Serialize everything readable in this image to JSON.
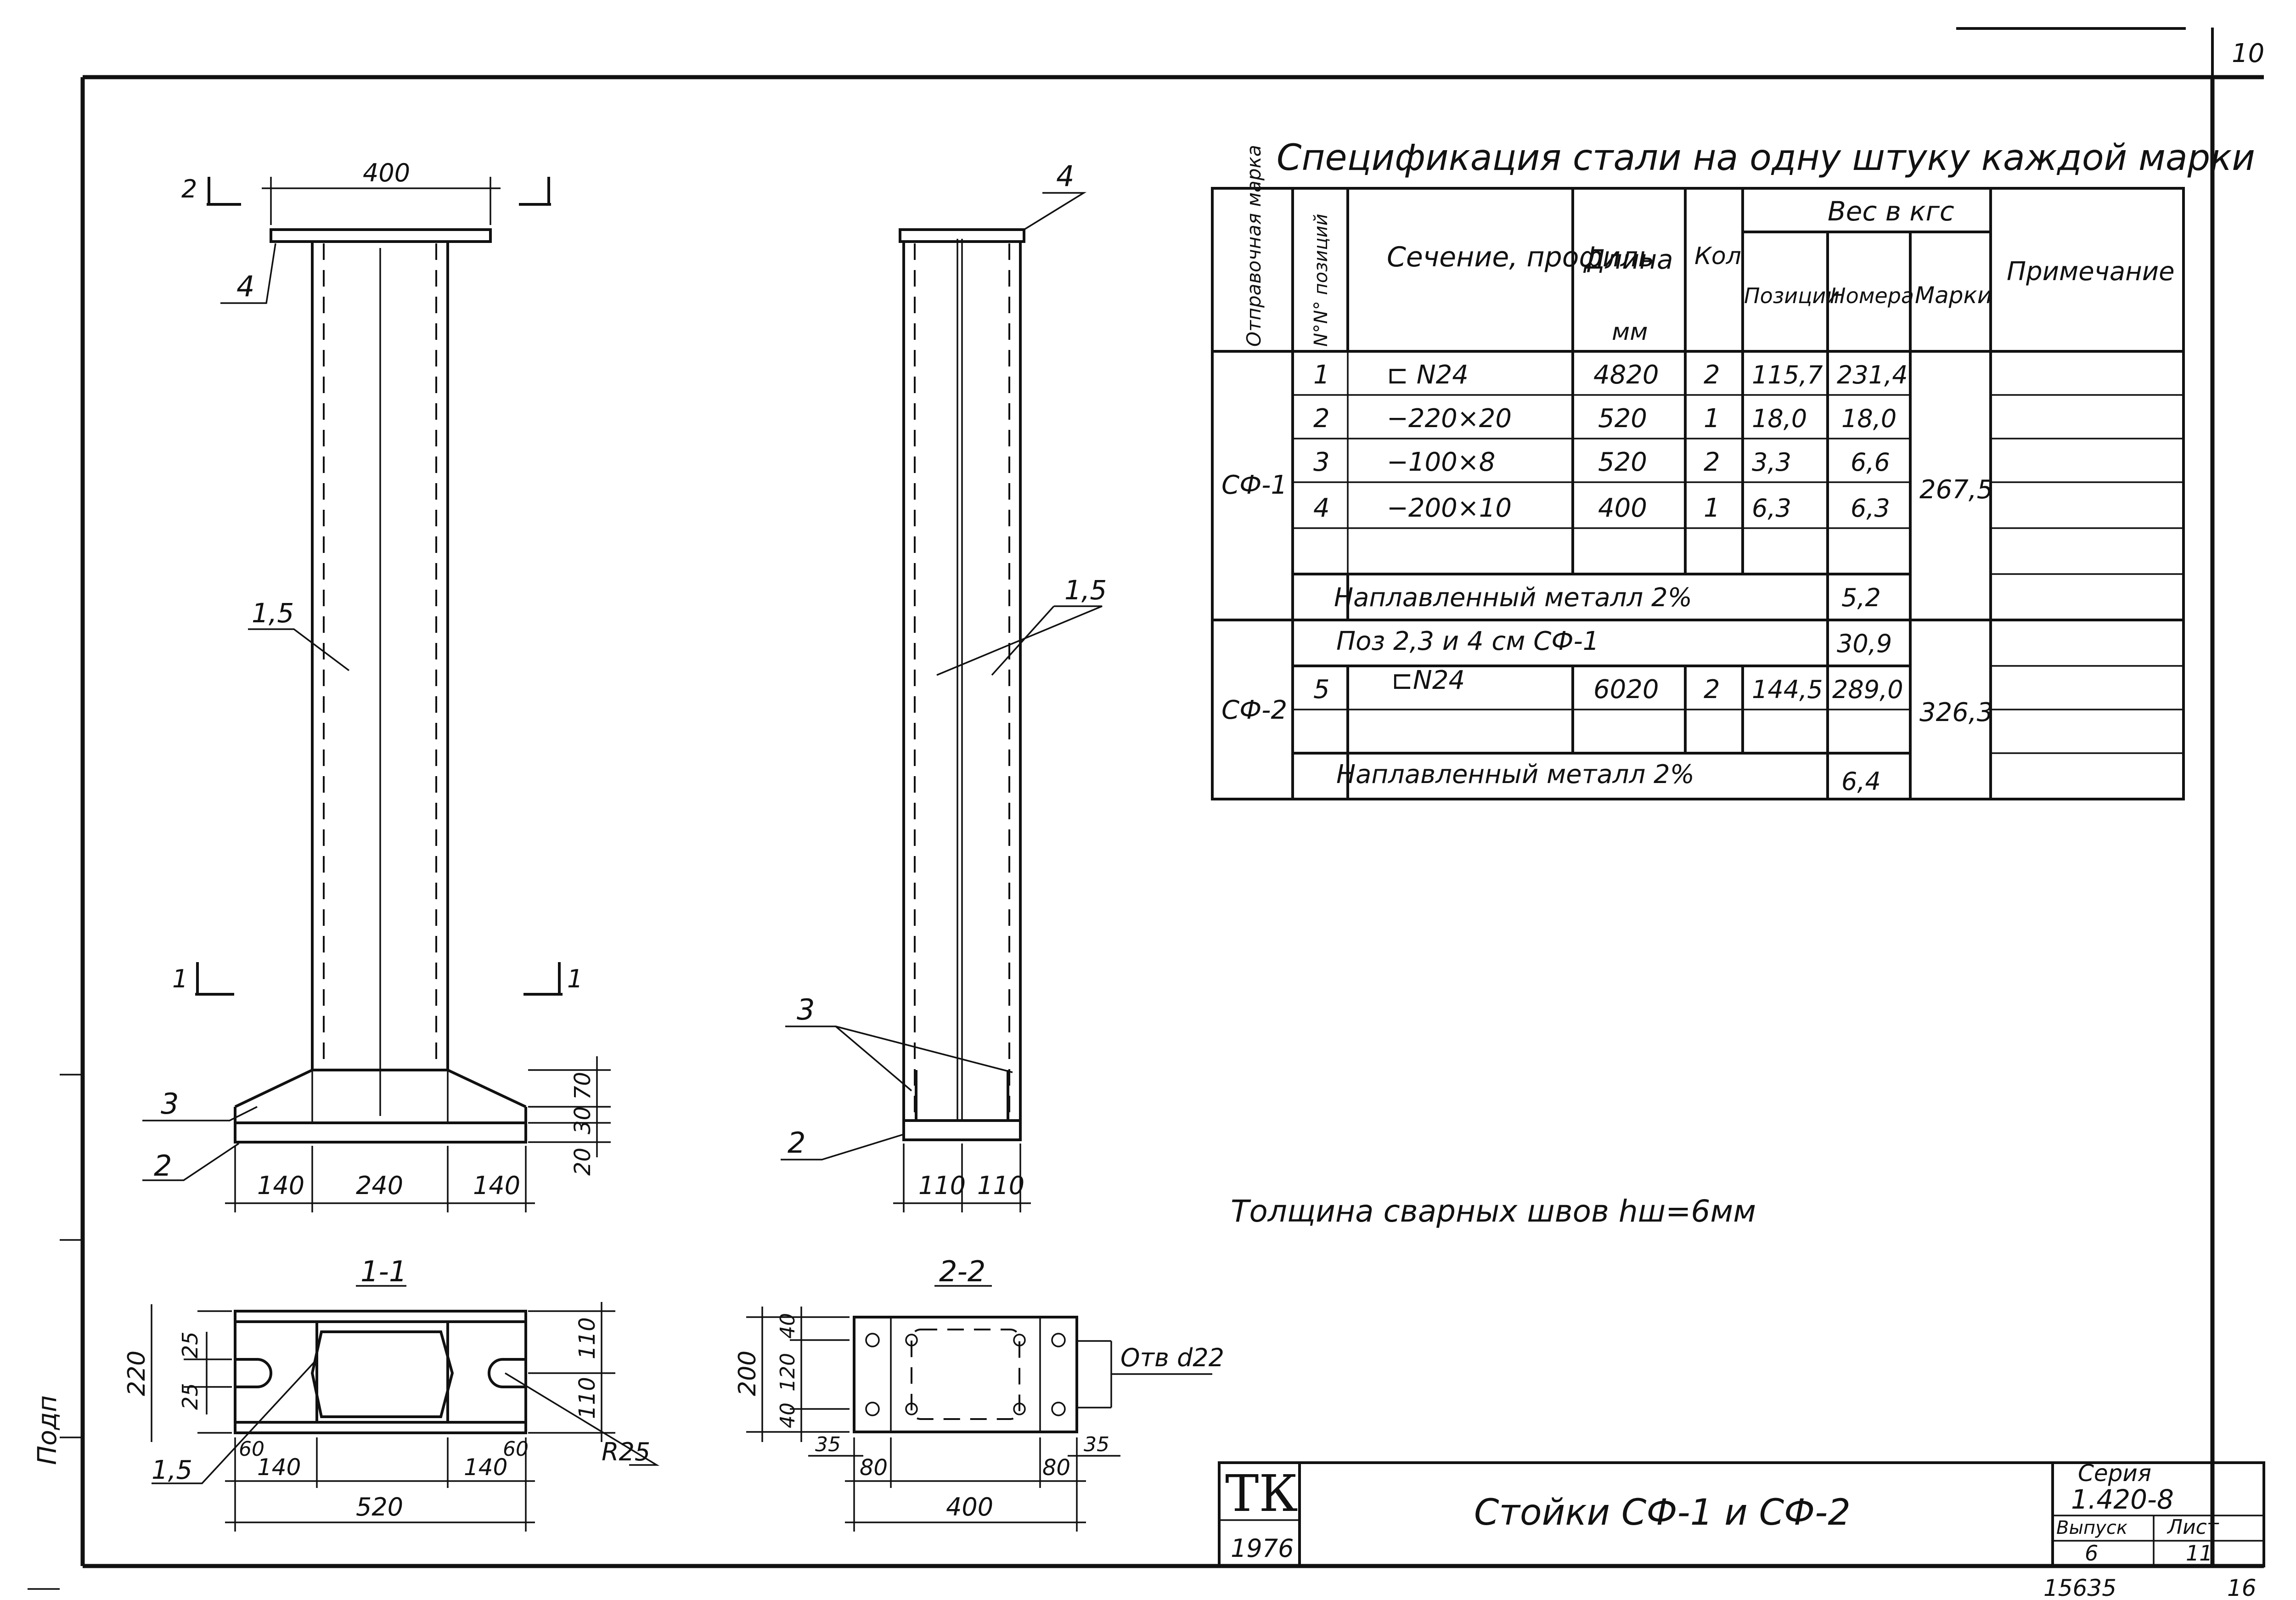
{
  "corner_page": "10",
  "left_margin_text": "Подп",
  "views": {
    "front_width": "400",
    "section_2": "2",
    "section_1": "1",
    "label_4": "4",
    "label_15": "1,5",
    "label_3": "3",
    "label_2": "2",
    "base_dim_left": "140",
    "base_dim_mid": "240",
    "base_dim_right": "140",
    "right_dim_70": "70",
    "right_dim_30": "30",
    "right_dim_20": "20",
    "side_label_4": "4",
    "side_label_15": "1,5",
    "side_label_3": "3",
    "side_label_2": "2",
    "side_dim_left": "110",
    "side_dim_right": "110"
  },
  "section_1_1": {
    "title": "1-1",
    "dim_220": "220",
    "dim_25a": "25",
    "dim_25b": "25",
    "dim_110a": "110",
    "dim_110b": "110",
    "dim_60a": "60",
    "dim_60b": "60",
    "dim_140a": "140",
    "dim_140b": "140",
    "dim_520": "520",
    "label_15": "1,5",
    "label_r25": "R25"
  },
  "section_2_2": {
    "title": "2-2",
    "dim_200": "200",
    "dim_40a": "40",
    "dim_120": "120",
    "dim_40b": "40",
    "dim_35a": "35",
    "dim_35b": "35",
    "dim_80a": "80",
    "dim_80b": "80",
    "dim_400": "400",
    "holes_note": "Отв d22"
  },
  "spec": {
    "title": "Спецификация стали на одну штуку каждой марки",
    "headers": {
      "mark": "Отправочная марка",
      "pos": "N°N° позиций",
      "section": "Сечение, профиль",
      "length": "Длина",
      "length_unit": "мм",
      "qty": "Кол",
      "weight": "Вес в кгс",
      "w_pos": "Позиции",
      "w_num": "Номера",
      "w_mark": "Марки",
      "note": "Примечание"
    },
    "rows_sf1": [
      {
        "pos": "1",
        "section": "⊏ N24",
        "length": "4820",
        "qty": "2",
        "w_pos": "115,7",
        "w_num": "231,4"
      },
      {
        "pos": "2",
        "section": "−220×20",
        "length": "520",
        "qty": "1",
        "w_pos": "18,0",
        "w_num": "18,0"
      },
      {
        "pos": "3",
        "section": "−100×8",
        "length": "520",
        "qty": "2",
        "w_pos": "3,3",
        "w_num": "6,6"
      },
      {
        "pos": "4",
        "section": "−200×10",
        "length": "400",
        "qty": "1",
        "w_pos": "6,3",
        "w_num": "6,3"
      }
    ],
    "sf1_mark": "СФ-1",
    "sf1_total": "267,5",
    "sf1_weld_text": "Наплавленный металл 2%",
    "sf1_weld_value": "5,2",
    "sf2_mark": "СФ-2",
    "sf2_ref_text": "Поз 2,3 и 4 см СФ-1",
    "sf2_ref_value": "30,9",
    "sf2_row": {
      "pos": "5",
      "section": "⊏N24",
      "length": "6020",
      "qty": "2",
      "w_pos": "144,5",
      "w_num": "289,0"
    },
    "sf2_total": "326,3",
    "sf2_weld_text": "Наплавленный металл 2%",
    "sf2_weld_value": "6,4"
  },
  "weld_note": "Толщина сварных швов hш=6мм",
  "title_block": {
    "logo": "ТК",
    "year": "1976",
    "title": "Стойки СФ-1 и СФ-2",
    "series_label": "Серия",
    "series_value": "1.420-8",
    "issue_label": "Выпуск",
    "issue_value": "6",
    "sheet_label": "Лист",
    "sheet_value": "11",
    "doc_number": "15635",
    "doc_page": "16"
  }
}
